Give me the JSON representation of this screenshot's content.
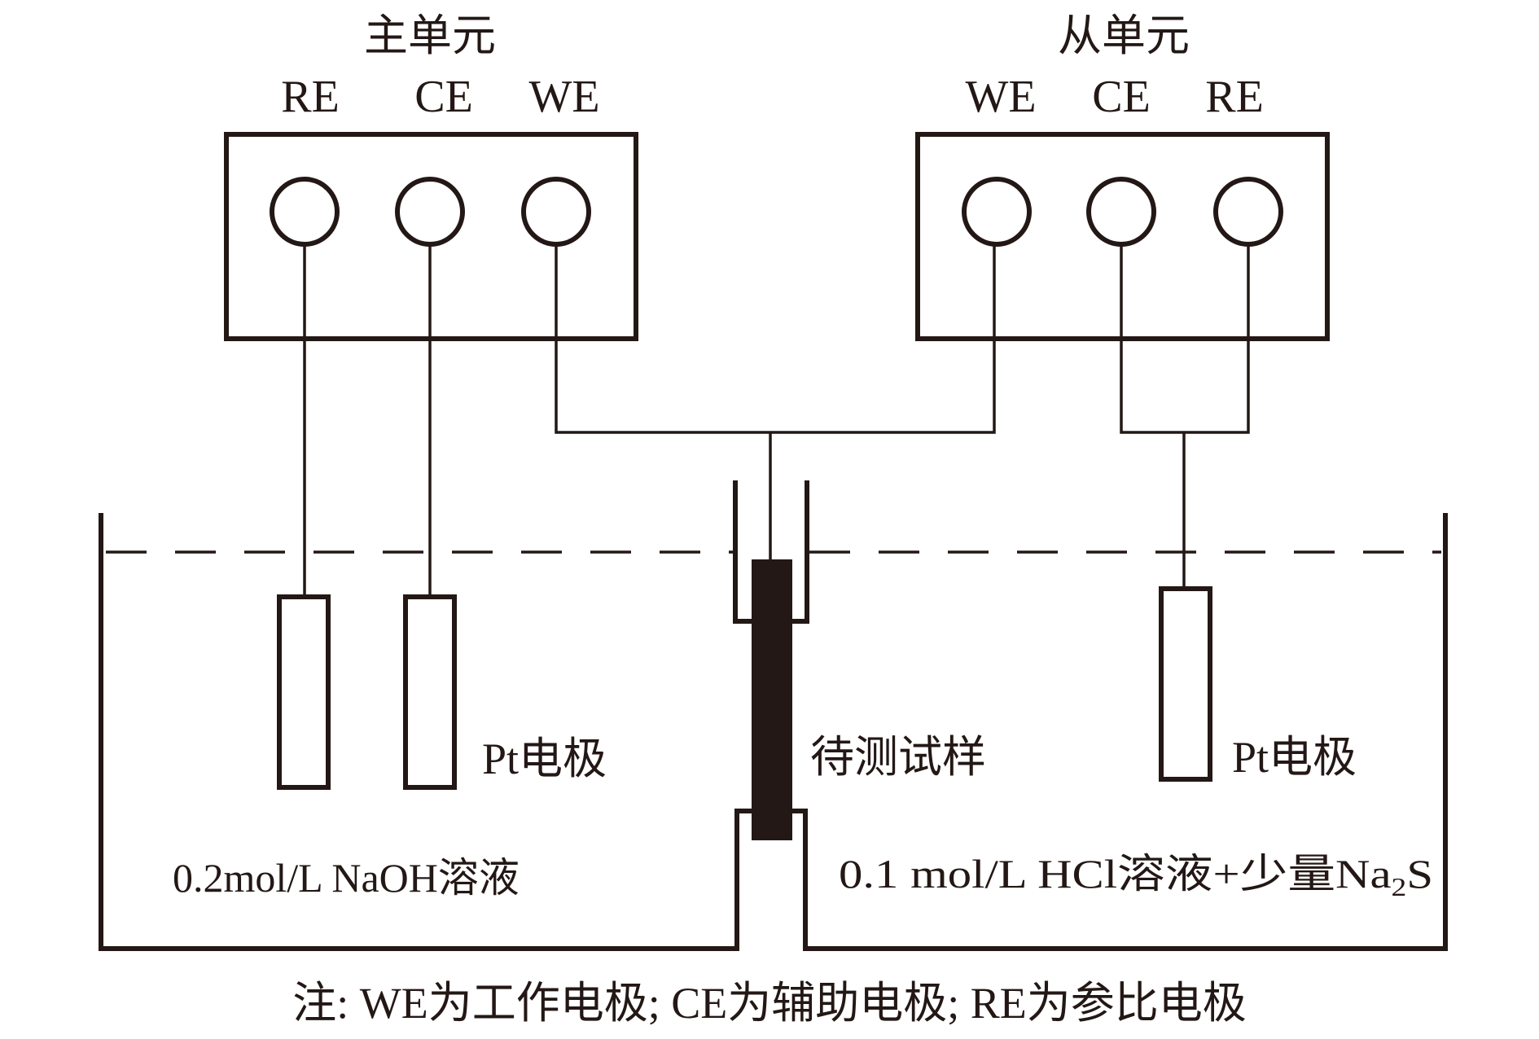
{
  "colors": {
    "line": "#231815",
    "background": "#ffffff"
  },
  "master_unit": {
    "title": "主单元",
    "terminals": [
      "RE",
      "CE",
      "WE"
    ]
  },
  "slave_unit": {
    "title": "从单元",
    "terminals": [
      "WE",
      "CE",
      "RE"
    ]
  },
  "left_cell": {
    "electrode_label": "Pt电极",
    "solution": "0.2mol/L NaOH溶液"
  },
  "sample": {
    "label": "待测试样"
  },
  "right_cell": {
    "electrode_label": "Pt电极",
    "solution_main": "0.1 mol/L HCl溶液+少量Na",
    "solution_sub": "2",
    "solution_tail": "S"
  },
  "note": "注: WE为工作电极; CE为辅助电极; RE为参比电极"
}
